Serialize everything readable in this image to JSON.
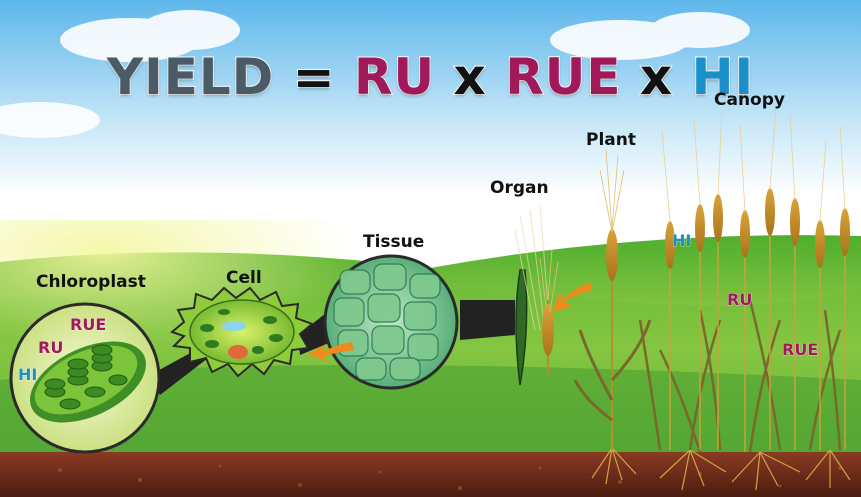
{
  "equation": {
    "yield": "YIELD",
    "equals": "=",
    "ru": "RU",
    "times1": "x",
    "rue": "RUE",
    "times2": "x",
    "hi": "HI"
  },
  "labels": {
    "chloroplast": "Chloroplast",
    "cell": "Cell",
    "tissue": "Tissue",
    "organ": "Organ",
    "plant": "Plant",
    "canopy": "Canopy"
  },
  "chloroplast_tags": {
    "rue": "RUE",
    "ru": "RU",
    "hi": "HI"
  },
  "canopy_tags": {
    "hi": "HI",
    "ru": "RU",
    "rue": "RUE"
  },
  "colors": {
    "yield": "#4a5a66",
    "ru": "#a0195a",
    "rue": "#a0195a",
    "hi": "#1a8fc9",
    "times": "#111111",
    "arrow": "#f08a1c",
    "soil": "#6b2e1c"
  }
}
